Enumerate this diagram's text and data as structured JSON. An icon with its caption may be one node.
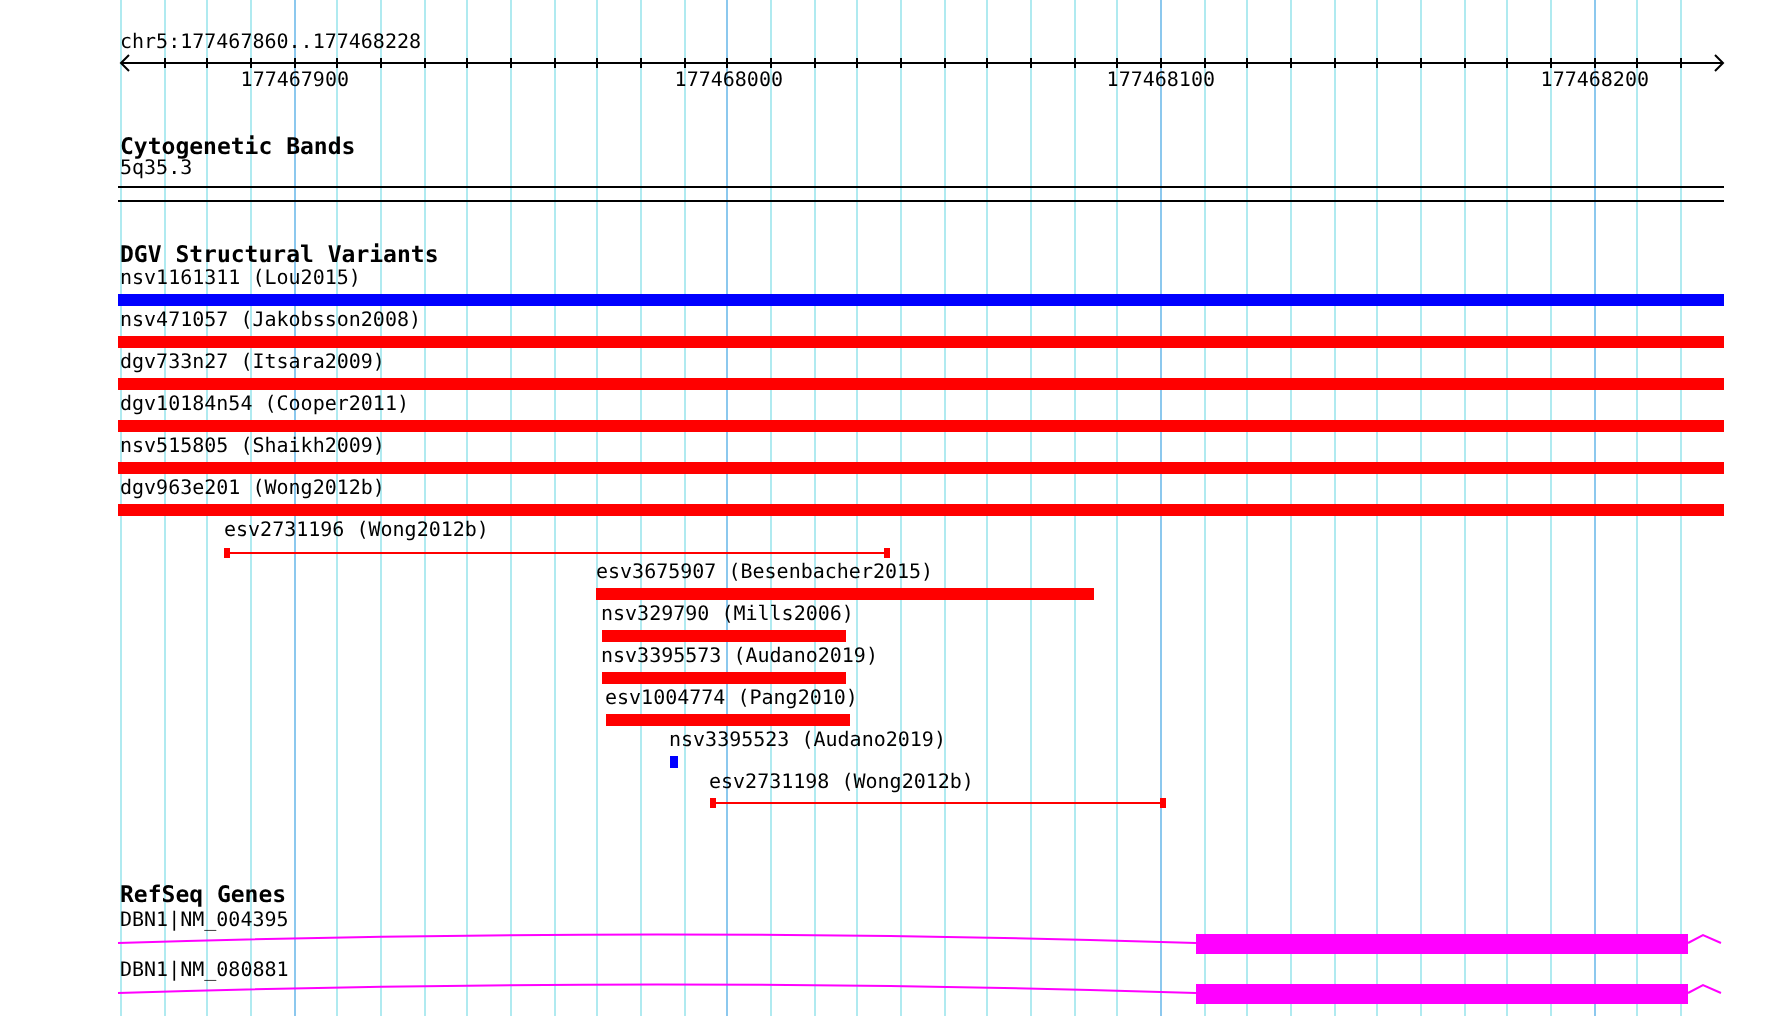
{
  "diagram": {
    "nodes": [
      {
        "text": [
          "5q35.3"
        ]
      },
      {
        "text": [
          "nsv1161311 (Lou2015)"
        ]
      },
      {
        "text": [
          "nsv471057 (Jakobsson2008)"
        ]
      },
      {
        "text": [
          "dgv733n27 (Itsara2009)"
        ]
      },
      {
        "text": [
          "dgv10184n54 (Cooper2011)"
        ]
      },
      {
        "text": [
          "nsv515805 (Shaikh2009)"
        ]
      },
      {
        "text": [
          "dgv963e201 (Wong2012b)"
        ]
      },
      {
        "text": [
          "esv2731196 (Wong2012b)"
        ]
      },
      {
        "text": [
          "esv3675907 (Besenbacher2015)"
        ]
      },
      {
        "text": [
          "nsv329790 (Mills2006)"
        ]
      },
      {
        "text": [
          "nsv3395573 (Audano2019)"
        ]
      },
      {
        "text": [
          "esv1004774 (Pang2010)"
        ]
      },
      {
        "text": [
          "nsv3395523 (Audano2019)"
        ]
      },
      {
        "text": [
          "esv2731198 (Wong2012b)"
        ]
      },
      {
        "text": [
          "DBN1|NM_004395"
        ]
      },
      {
        "text": [
          "DBN1|NM_080881"
        ]
      }
    ],
    "labels": [
      "chr5:177467860..177468228",
      "177467900",
      "177468000",
      "177468100",
      "177468200",
      "Cytogenetic Bands",
      "DGV Structural Variants",
      "RefSeq Genes"
    ]
  }
}
